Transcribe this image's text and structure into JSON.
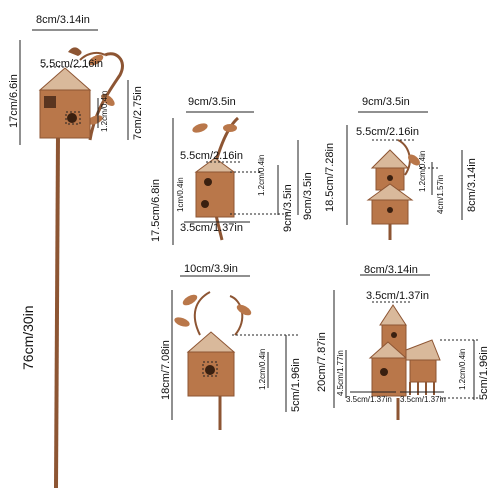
{
  "colors": {
    "rust": "#b9774a",
    "rust_dark": "#8d5533",
    "roof_light": "#d9b99b",
    "dim_line": "#222222"
  },
  "items": [
    {
      "name": "stake-birdhouse",
      "dims": {
        "width_top": "8cm/3.14in",
        "house_width": "5.5cm/2.16in",
        "height_total": "17cm/6.6in",
        "height_house": "7cm/2.75in",
        "hole": "1.2cm/0.4in",
        "stake_length": "76cm/30in"
      }
    },
    {
      "name": "tall-birdhouse",
      "dims": {
        "width_top": "9cm/3.5in",
        "house_width": "5.5cm/2.16in",
        "height_total": "17.5cm/6.8in",
        "height_house": "9cm/3.5in",
        "height_lower": "9cm/3.5in",
        "hole_upper": "1.2cm/0.4in",
        "hole_lower": "1cm/0.4in",
        "base_width": "3.5cm/1.37in"
      }
    },
    {
      "name": "double-birdhouse",
      "dims": {
        "width_top": "9cm/3.5in",
        "house_width": "5.5cm/2.16in",
        "height_total": "18.5cm/7.28in",
        "height_house": "8cm/3.14in",
        "hole_upper": "1.2cm/0.4in",
        "hole_lower": "4cm/1.57in"
      }
    },
    {
      "name": "vine-birdhouse",
      "dims": {
        "width_top": "10cm/3.9in",
        "height_total": "18cm/7.08in",
        "height_house": "5cm/1.96in",
        "hole": "1.2cm/0.4in"
      }
    },
    {
      "name": "cottage-birdhouse",
      "dims": {
        "width_top": "8cm/3.14in",
        "tower_width": "3.5cm/1.37in",
        "height_total": "20cm/7.87in",
        "height_house": "5cm/1.96in",
        "height_lower": "4.5cm/1.77in",
        "hole": "1.2cm/0.4in",
        "base_left": "3.5cm/1.37in",
        "base_right": "3.5cm/1.37in"
      }
    }
  ]
}
